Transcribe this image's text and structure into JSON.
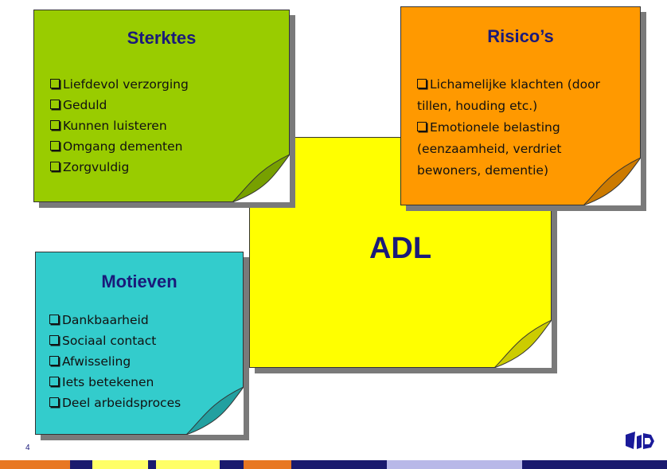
{
  "sterktes": {
    "title": "Sterktes",
    "items": [
      "Liefdevol verzorging",
      "Geduld",
      "Kunnen luisteren",
      "Omgang dementen",
      "Zorgvuldig"
    ]
  },
  "risicos": {
    "title": "Risico’s",
    "items": [
      "Lichamelijke klachten (door tillen, houding etc.)",
      "Emotionele belasting (eenzaamheid, verdriet bewoners, dementie)"
    ]
  },
  "adl": {
    "title": "ADL"
  },
  "motieven": {
    "title": "Motieven",
    "items": [
      "Dankbaarheid",
      "Sociaal contact",
      "Afwisseling",
      "Iets betekenen",
      "Deel arbeidsproces"
    ]
  },
  "slide_number": "4",
  "colors": {
    "sterktes": "#99cc00",
    "risicos": "#ff9900",
    "adl": "#ffff00",
    "motieven": "#33cccc",
    "title_text": "#1a1a7a"
  },
  "logo": {
    "icon": "tno-logo-icon"
  },
  "bottom_bar_colors": [
    "#e87722",
    "#1a1a6e",
    "#ffff66",
    "#1a1a6e",
    "#ffff66",
    "#1a1a6e",
    "#e87722",
    "#1a1a6e",
    "#b8b8e8",
    "#1a1a6e"
  ]
}
